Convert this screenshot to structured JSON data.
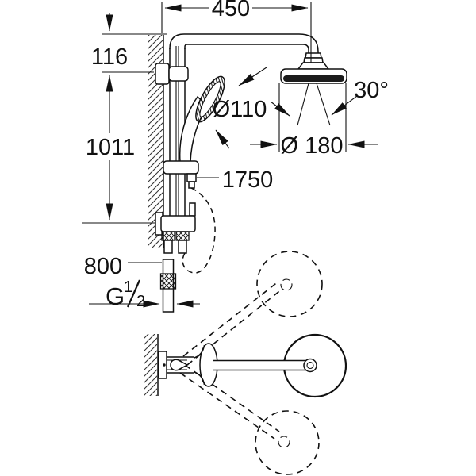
{
  "diagram": {
    "type": "shower-system-installation-drawing",
    "background": "#ffffff",
    "line_color": "#111111",
    "views": {
      "side_view": "wall-mounted shower system with head shower, hand shower on rail, supply elbow",
      "plan_view": "top view of swivelling shower arm with ±swivel positions shown dashed"
    },
    "dimensions": {
      "arm_projection": "450",
      "arm_to_bracket": "116",
      "rail_height": "1011",
      "supply_pipe": "800",
      "hose_length": "1750",
      "hand_shower_diameter": "Ø110",
      "head_shower_diameter": "Ø 180",
      "spray_angle": "30°",
      "thread_g": "G",
      "thread_num": "1",
      "thread_den": "2"
    }
  }
}
